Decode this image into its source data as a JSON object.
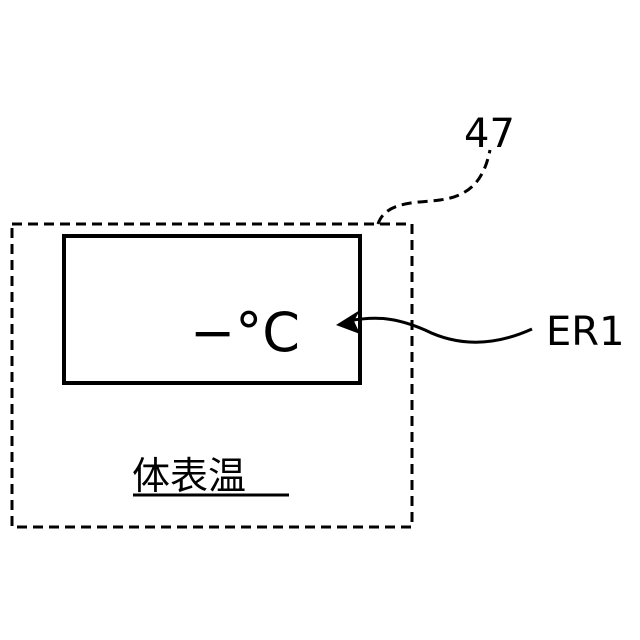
{
  "figure": {
    "ref_number": "47",
    "display_value": "−°C",
    "display_label": "ER1",
    "caption": "体表温"
  },
  "colors": {
    "ink": "#000000",
    "background": "#ffffff"
  }
}
